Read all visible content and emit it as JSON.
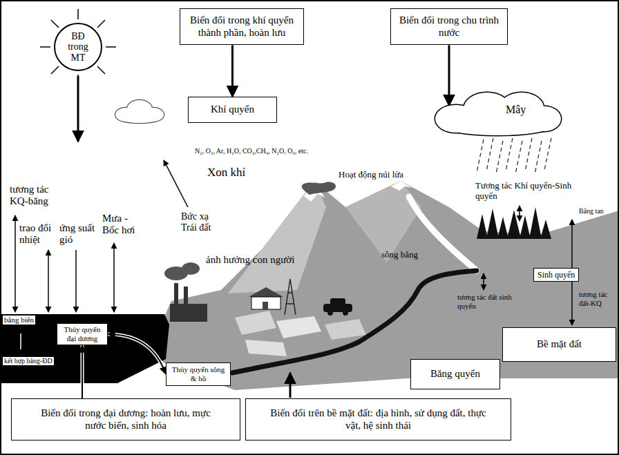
{
  "diagram": {
    "nodes": [
      {
        "text": [
          "BĐ trong MT"
        ]
      },
      {
        "text": [
          "Biến đổi trong khí quyển thành phần, hoàn lưu"
        ]
      },
      {
        "text": [
          "Biến đổi trong chu trình nước"
        ]
      },
      {
        "text": [
          "Khí quyển"
        ]
      },
      {
        "text": [
          "Mây"
        ]
      },
      {
        "text": [
          "Sinh quyển"
        ]
      },
      {
        "text": [
          "Bề mặt đất"
        ]
      },
      {
        "text": [
          "Băng quyển"
        ]
      },
      {
        "text": [
          "Thủy quyển đại dương"
        ]
      },
      {
        "text": [
          "Thủy quyển sông & hồ"
        ]
      },
      {
        "text": [
          "Biến đổi trong đại dương: hoàn lưu, mực nước biển, sinh hóa"
        ]
      },
      {
        "text": [
          "Biến đổi trên bề mặt đất: địa hình, sử dụng đất, thực vật, hệ sinh thái"
        ]
      }
    ],
    "edges": [
      {
        "from": 1,
        "to": 3,
        "arrow": "to"
      },
      {
        "from": 2,
        "to": 4,
        "arrow": "to"
      },
      {
        "from": 10,
        "to": 8,
        "arrow": "to"
      },
      {
        "from": 8,
        "to": 9,
        "arrow": "both"
      }
    ],
    "labels": [
      "N₂, O₂, Ar, H₂O, CO₂,CH₄, N₂O, O₃, etc.",
      "Xon khí",
      "Hoạt động núi lửa",
      "tương tác KQ-băng",
      "trao đổi nhiệt",
      "ứng suất gió",
      "Mưa - Bốc hơi",
      "Bức xạ Trái đất",
      "sông băng",
      "ảnh hưởng con người",
      "Tương tác Khí quyển-Sinh quyển",
      "Băng tan",
      "tương tác đất-KQ",
      "tương tác đất sinh quyển",
      "băng biển",
      "kết hợp băng-ĐD"
    ]
  }
}
